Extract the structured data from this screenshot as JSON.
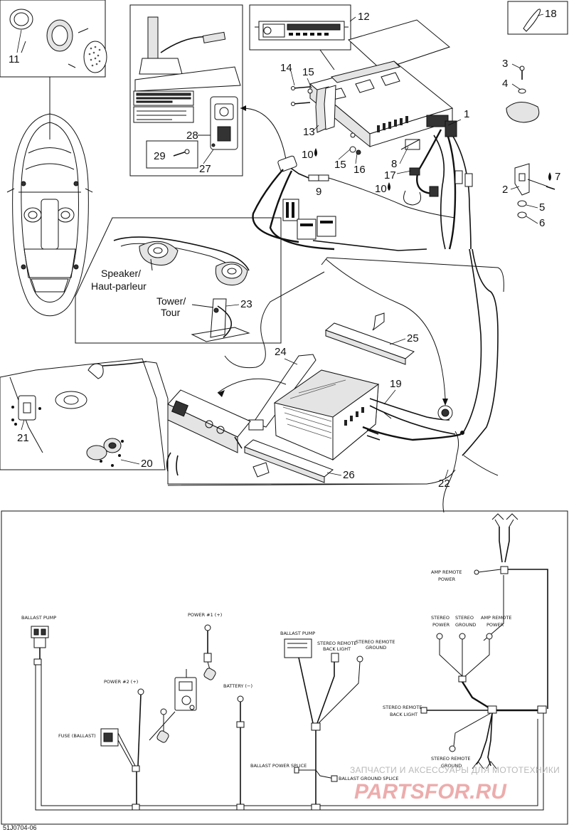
{
  "callouts": {
    "c1": "1",
    "c2": "2",
    "c3": "3",
    "c4": "4",
    "c5": "5",
    "c6": "6",
    "c7": "7",
    "c8": "8",
    "c9": "9",
    "c10a": "10",
    "c10b": "10",
    "c11": "11",
    "c12": "12",
    "c13": "13",
    "c14": "14",
    "c15a": "15",
    "c15b": "15",
    "c16": "16",
    "c17": "17",
    "c18": "18",
    "c19": "19",
    "c20": "20",
    "c21": "21",
    "c22": "22",
    "c23": "23",
    "c24": "24",
    "c25": "25",
    "c26": "26",
    "c27": "27",
    "c28": "28",
    "c29": "29"
  },
  "inset_labels": {
    "speaker_line1": "Speaker/",
    "speaker_line2": "Haut-parleur",
    "tower_line1": "Tower/",
    "tower_line2": "Tour"
  },
  "wiring_labels": {
    "ballast_pump_left": "BALLAST PUMP",
    "power1": "POWER #1 (+)",
    "power2": "POWER #2 (+)",
    "battery": "BATTERY (−)",
    "fuse_ballast": "FUSE (BALLAST)",
    "ballast_pump_center": "BALLAST PUMP",
    "stereo_remote_back_light_1": "STEREO REMOTE",
    "stereo_remote_back_light_2": "BACK LIGHT",
    "stereo_remote_ground_1": "STEREO REMOTE",
    "stereo_remote_ground_2": "GROUND",
    "amp_remote_power_top_1": "AMP REMOTE",
    "amp_remote_power_top_2": "POWER",
    "stereo_power_1": "STEREO",
    "stereo_power_2": "POWER",
    "stereo_ground_1": "STEREO",
    "stereo_ground_2": "GROUND",
    "amp_remote_power_1": "AMP REMOTE",
    "amp_remote_power_2": "POWER",
    "stereo_remote_back_light_r1": "STEREO REMOTE",
    "stereo_remote_back_light_r2": "BACK LIGHT",
    "stereo_remote_ground_r1": "STEREO REMOTE",
    "stereo_remote_ground_r2": "GROUND",
    "ballast_power_splice": "BALLAST POWER SPLICE",
    "ballast_ground_splice": "BALLAST GROUND SPLICE"
  },
  "drawing_code": "51J0704-06",
  "watermark": {
    "line1": "ЗАПЧАСТИ И АКСЕССУАРЫ ДЛЯ МОТОТЕХНИКИ",
    "line2": "PARTSFOR.RU"
  }
}
